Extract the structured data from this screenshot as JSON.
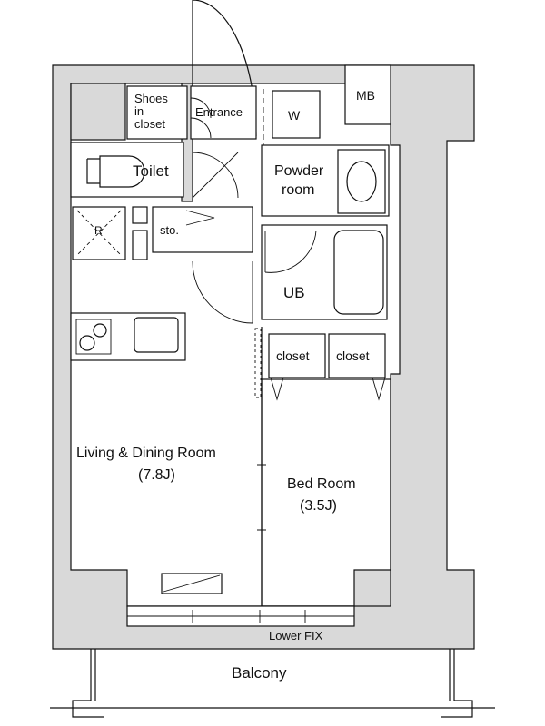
{
  "floorplan": {
    "rooms": {
      "shoes_closet": "Shoes\nin\ncloset",
      "entrance": "Entrance",
      "w": "W",
      "mb": "MB",
      "toilet": "Toilet",
      "powder_room": "Powder\nroom",
      "refrigerator": "R",
      "storage": "sto.",
      "ub": "UB",
      "closet_1": "closet",
      "closet_2": "closet",
      "living": "Living & Dining Room",
      "living_size": "(7.8J)",
      "bedroom": "Bed Room",
      "bedroom_size": "(3.5J)",
      "lower_fix": "Lower FIX",
      "balcony": "Balcony"
    },
    "colors": {
      "wall_fill": "#d9d9d9",
      "line": "#111111",
      "background": "#ffffff"
    }
  }
}
